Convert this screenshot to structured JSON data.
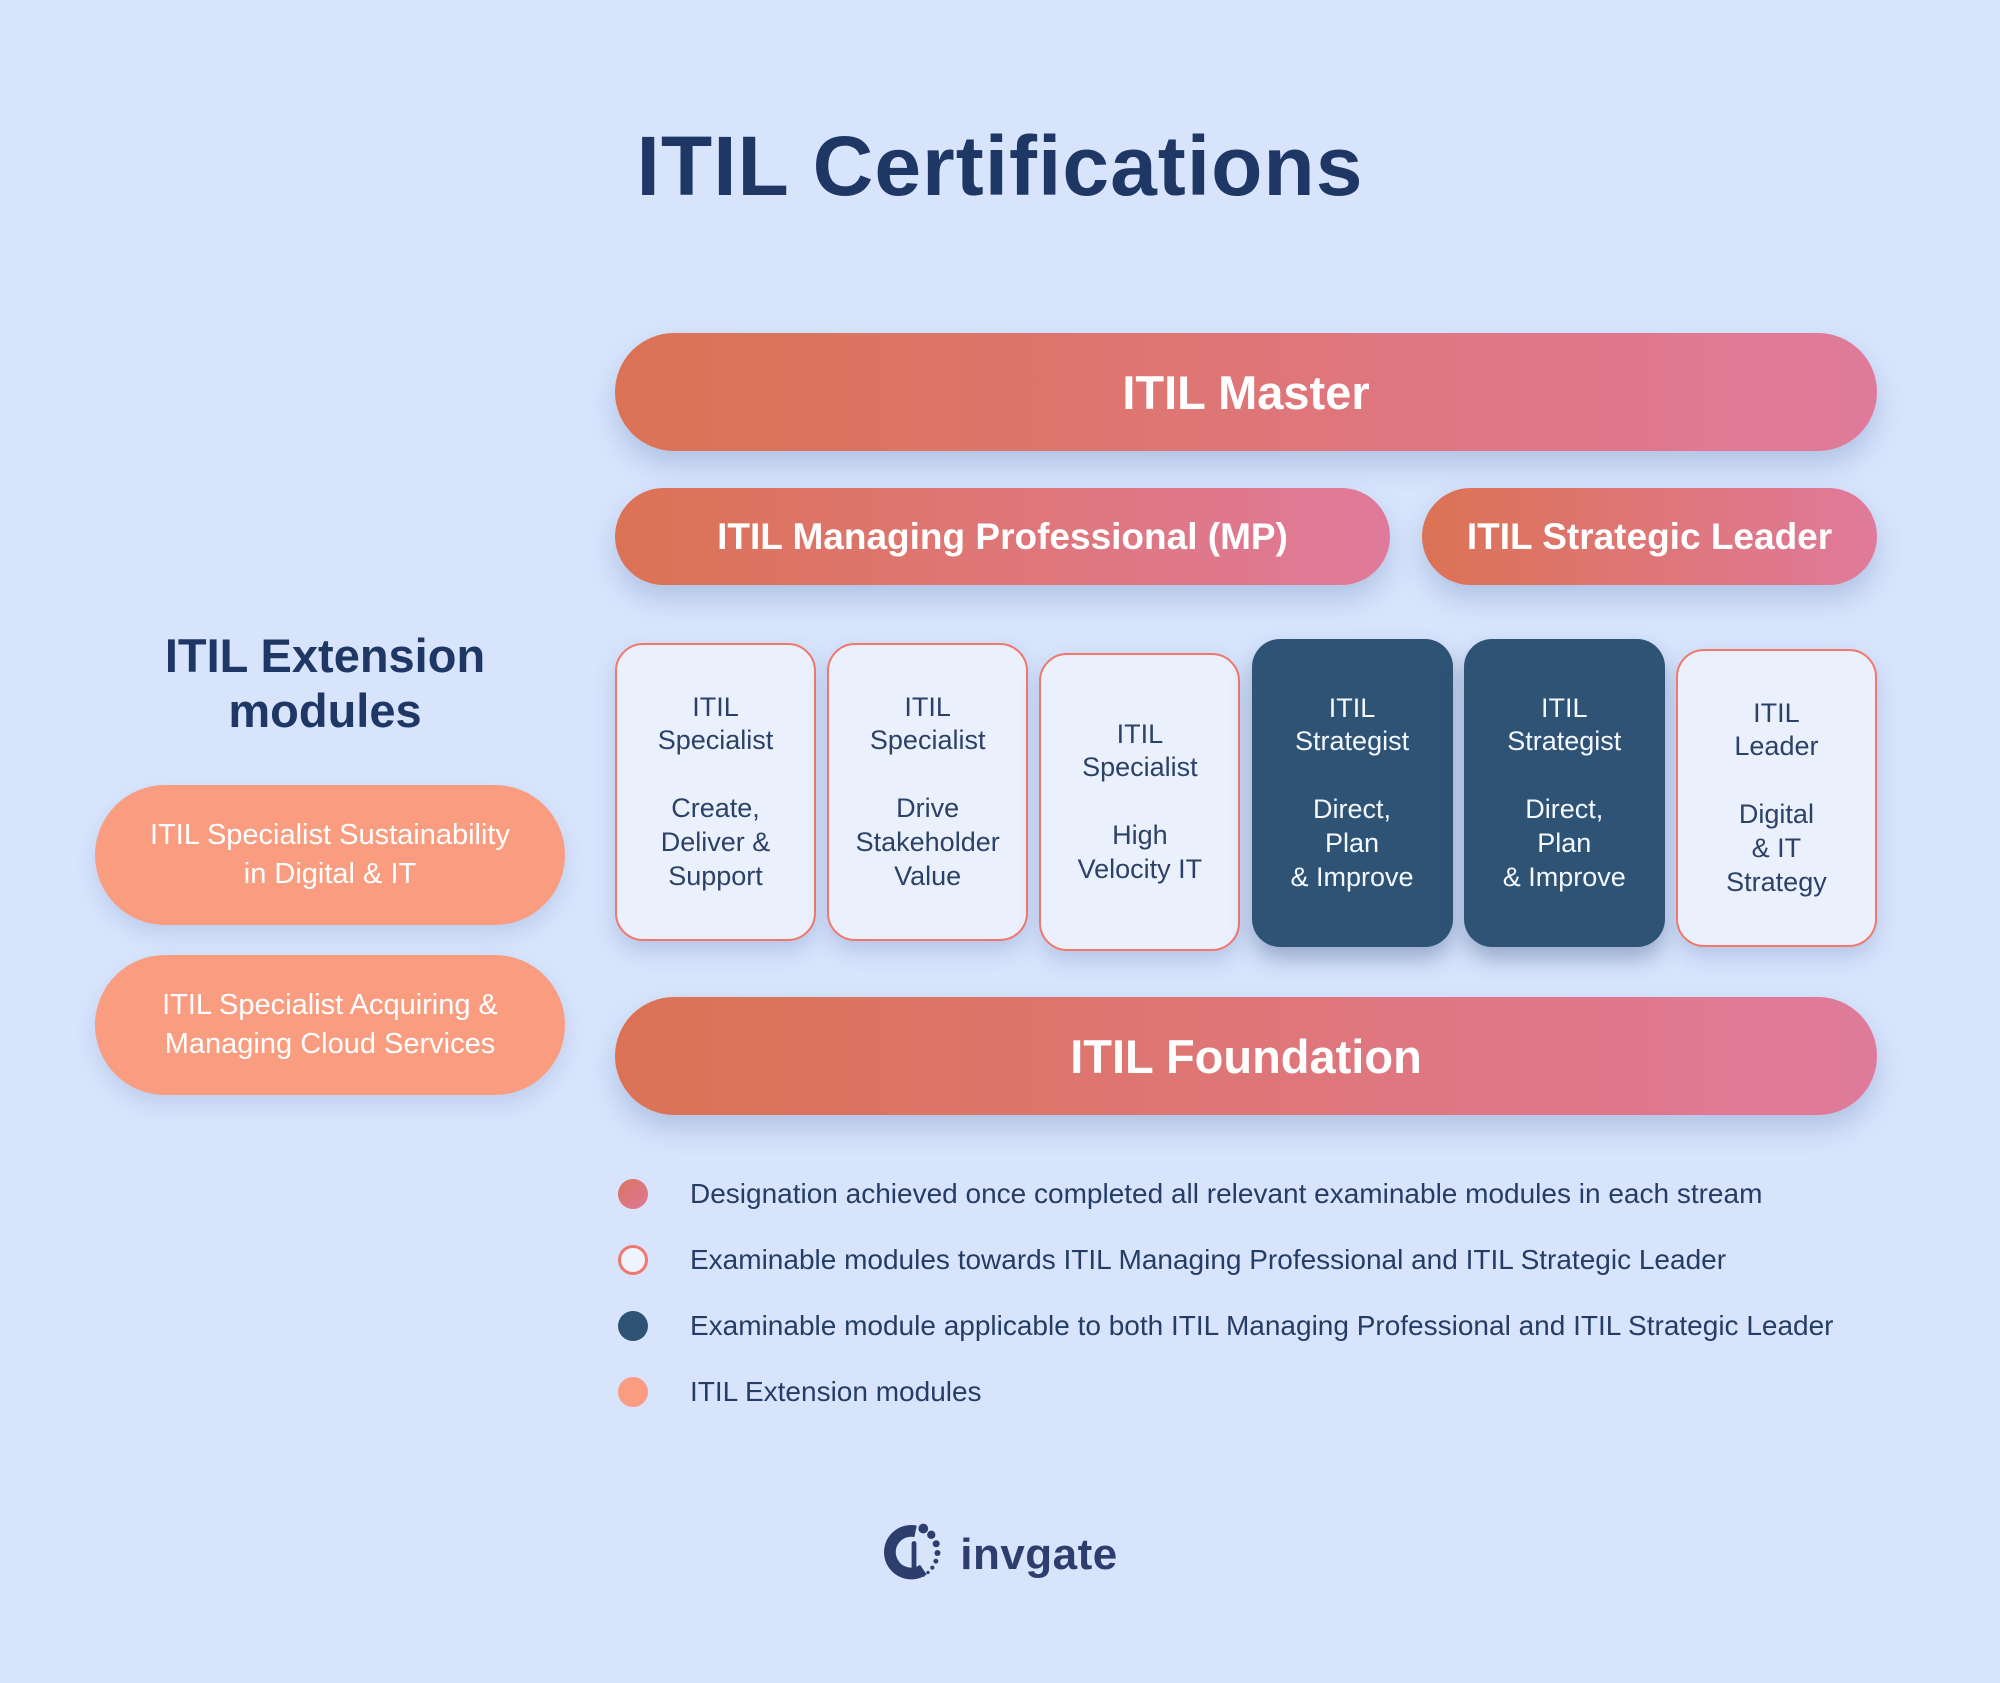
{
  "title": "ITIL Certifications",
  "banners": {
    "master": "ITIL Master",
    "managing_professional": "ITIL Managing Professional (MP)",
    "strategic_leader": "ITIL Strategic Leader",
    "foundation": "ITIL Foundation"
  },
  "extension": {
    "heading": "ITIL Extension modules",
    "modules": [
      {
        "label": "ITIL Specialist Sustainability\nin Digital & IT"
      },
      {
        "label": "ITIL Specialist Acquiring &\nManaging Cloud Services"
      }
    ]
  },
  "modules": [
    {
      "title": "ITIL\nSpecialist",
      "subtitle": "Create,\nDeliver &\nSupport",
      "variant": "light"
    },
    {
      "title": "ITIL\nSpecialist",
      "subtitle": "Drive\nStakeholder\nValue",
      "variant": "light"
    },
    {
      "title": "ITIL\nSpecialist",
      "subtitle": "High\nVelocity IT",
      "variant": "light"
    },
    {
      "title": "ITIL\nStrategist",
      "subtitle": "Direct,\nPlan\n& Improve",
      "variant": "dark"
    },
    {
      "title": "ITIL\nStrategist",
      "subtitle": "Direct,\nPlan\n& Improve",
      "variant": "dark"
    },
    {
      "title": "ITIL\nLeader",
      "subtitle": "Digital\n& IT\nStrategy",
      "variant": "light"
    }
  ],
  "legend": [
    {
      "marker": "gradient-circle",
      "text": "Designation achieved once completed all relevant examinable modules in each stream"
    },
    {
      "marker": "outline-circle",
      "text": "Examinable modules towards ITIL Managing Professional and ITIL Strategic Leader"
    },
    {
      "marker": "dark-circle",
      "text": "Examinable module applicable to both ITIL Managing Professional and ITIL Strategic Leader"
    },
    {
      "marker": "salmon-circle",
      "text": "ITIL Extension modules"
    }
  ],
  "footer": {
    "logo": "invgate"
  },
  "colors": {
    "background": "#D7E4FC",
    "navy": "#1F3765",
    "card_navy": "#2C4168",
    "dark_card": "#2E5375",
    "gradient_start": "#DC7254",
    "gradient_end": "#E07A9B",
    "salmon": "#F99C80",
    "coral_border": "#F2776C"
  }
}
